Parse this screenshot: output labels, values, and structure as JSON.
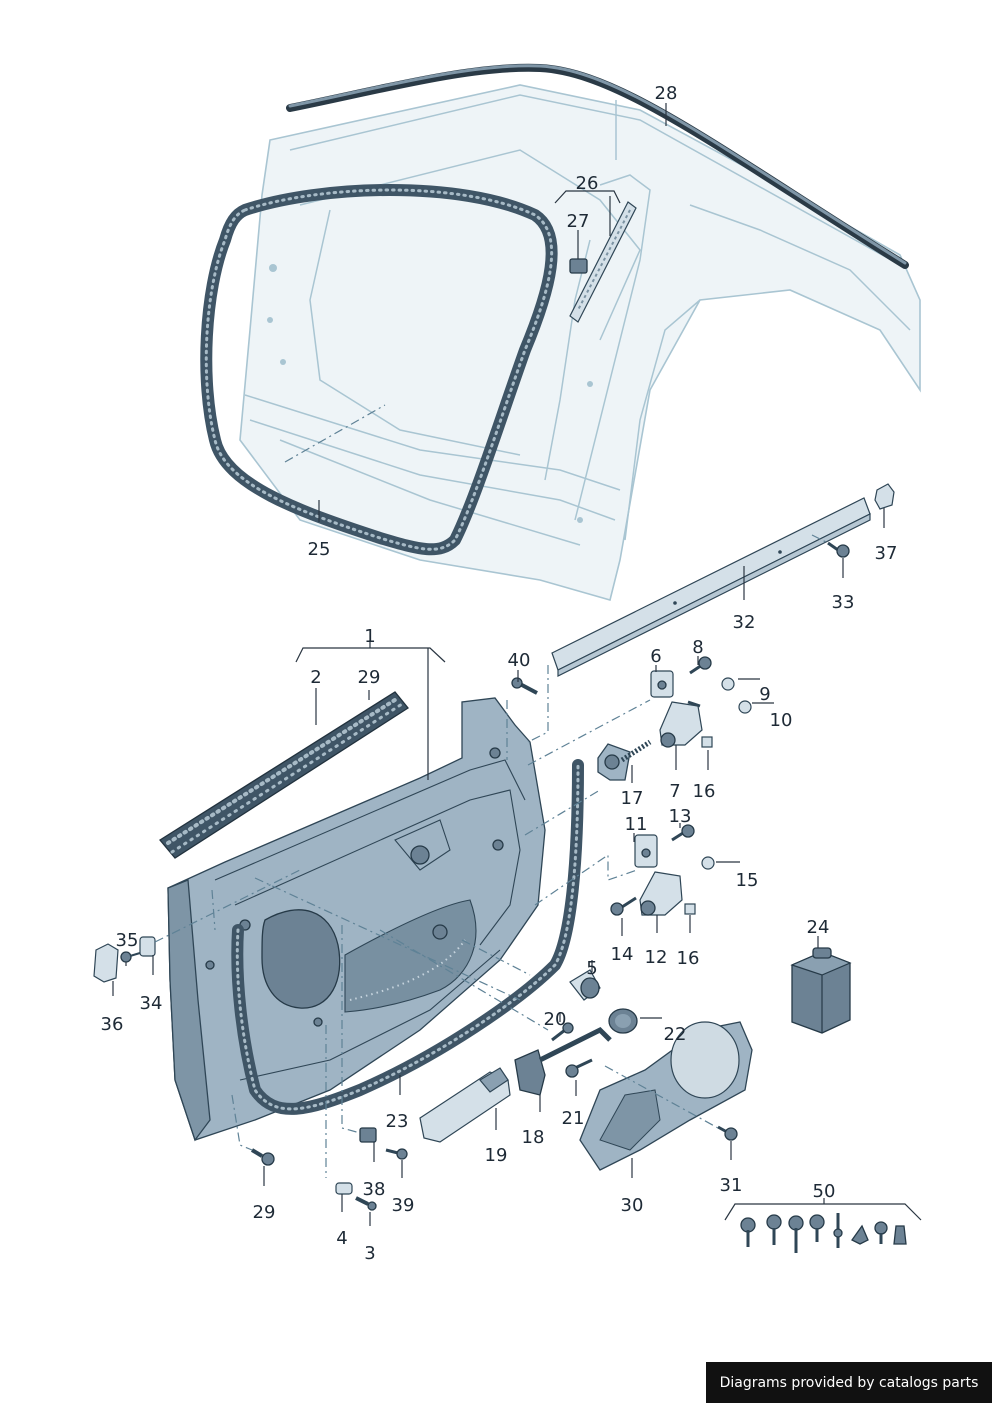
{
  "diagram": {
    "labels": [
      "1",
      "2",
      "3",
      "4",
      "5",
      "6",
      "7",
      "8",
      "9",
      "10",
      "11",
      "12",
      "13",
      "14",
      "15",
      "16",
      "16",
      "17",
      "18",
      "19",
      "20",
      "21",
      "22",
      "23",
      "24",
      "25",
      "26",
      "27",
      "28",
      "29",
      "29",
      "30",
      "31",
      "32",
      "33",
      "34",
      "35",
      "36",
      "37",
      "38",
      "39",
      "40",
      "50"
    ]
  },
  "footer": {
    "credit": "Diagrams provided by catalogs parts"
  }
}
